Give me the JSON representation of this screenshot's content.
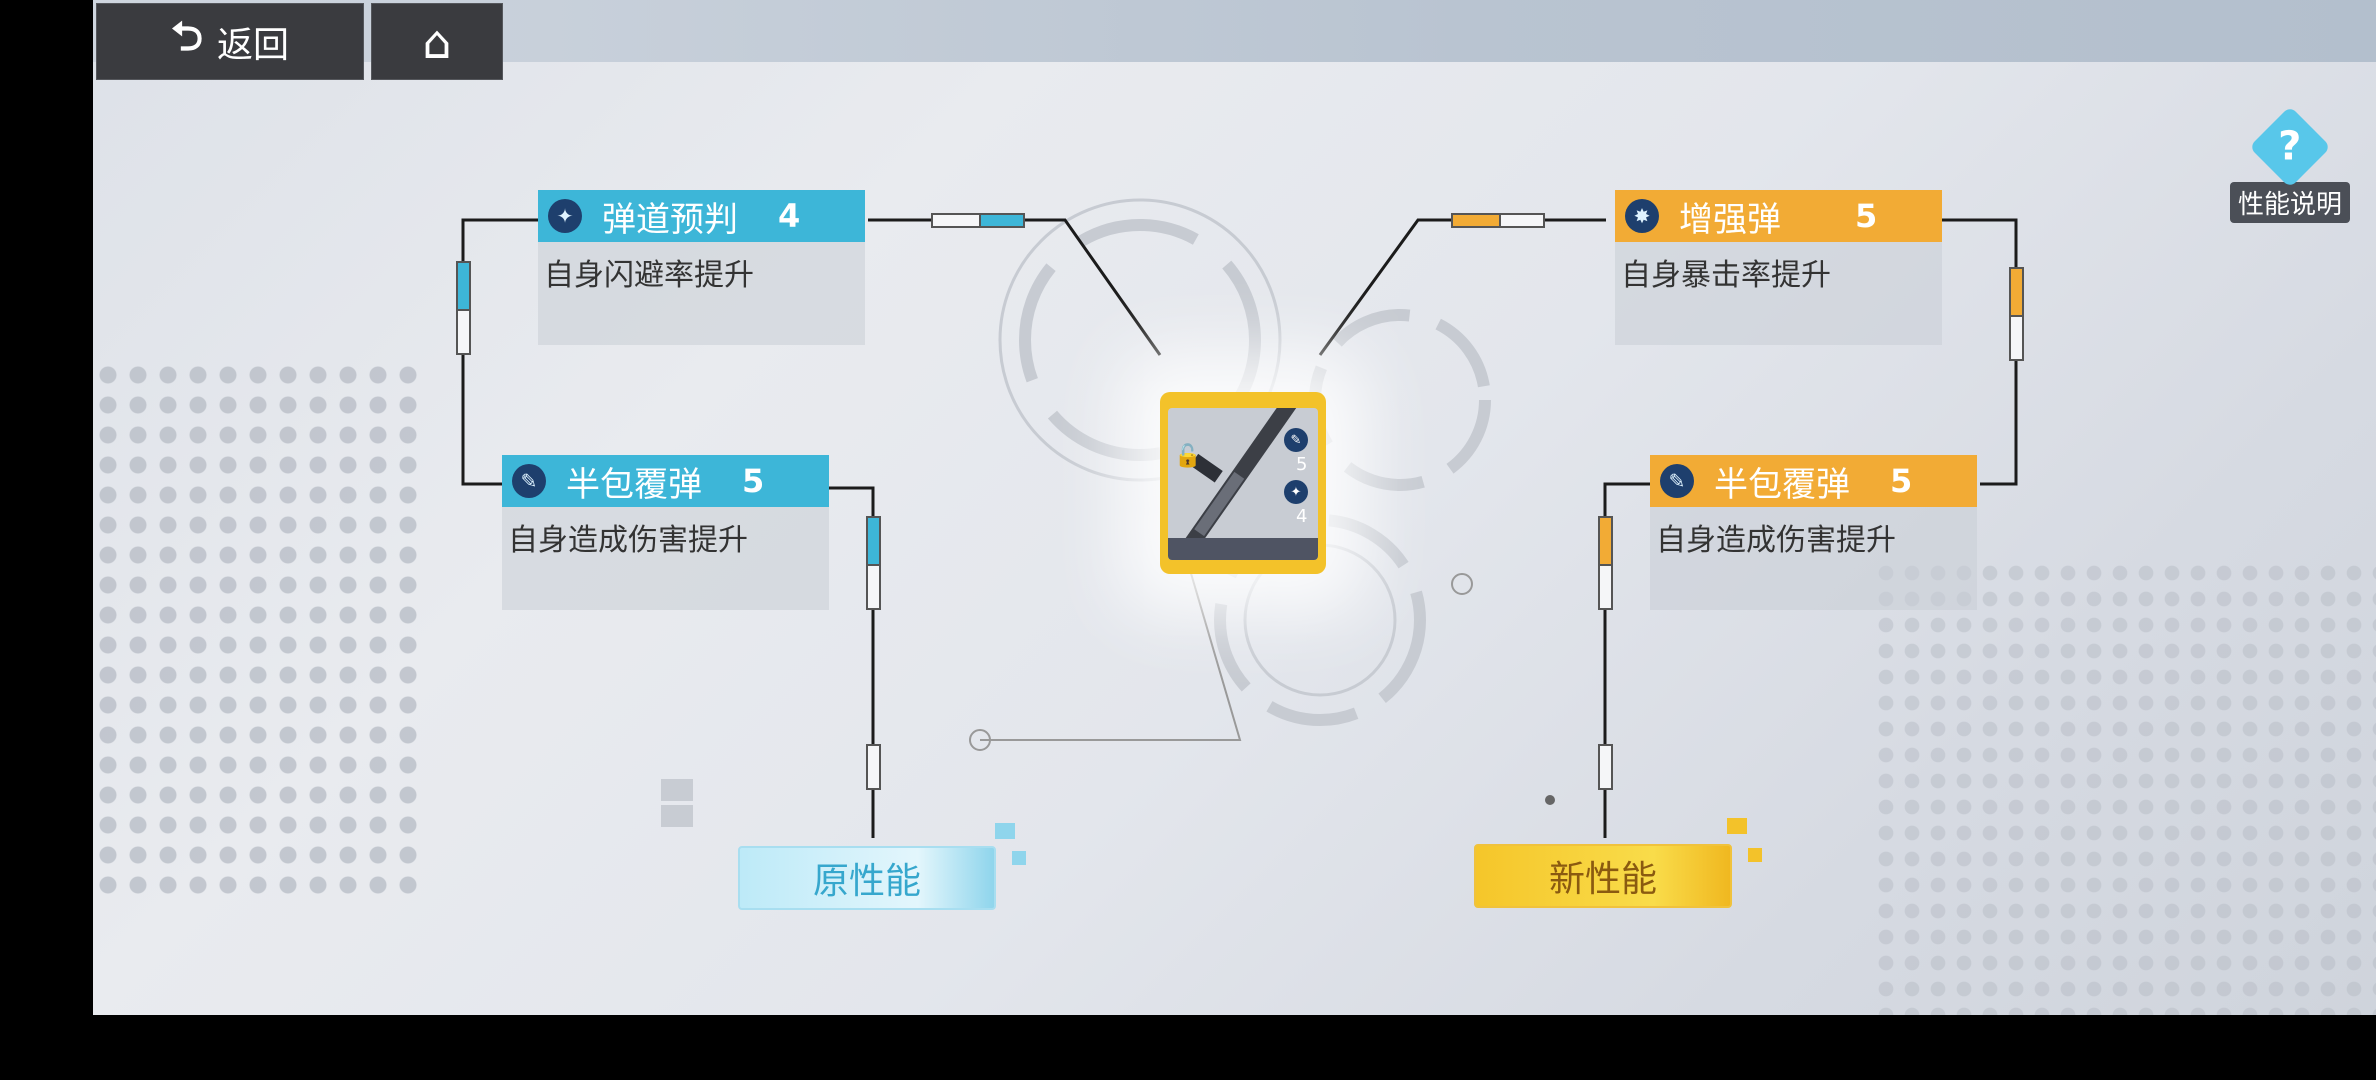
{
  "nav": {
    "back_label": "返回"
  },
  "help": {
    "icon": "?",
    "label": "性能说明"
  },
  "cards": {
    "left_top": {
      "name": "弹道预判",
      "level": "4",
      "desc": "自身闪避率提升",
      "color": "#3db6d8"
    },
    "left_bottom": {
      "name": "半包覆弹",
      "level": "5",
      "desc": "自身造成伤害提升",
      "color": "#3db6d8"
    },
    "right_top": {
      "name": "增强弹",
      "level": "5",
      "desc": "自身暴击率提升",
      "color": "#f2ab35"
    },
    "right_bottom": {
      "name": "半包覆弹",
      "level": "5",
      "desc": "自身造成伤害提升",
      "color": "#f2ab35"
    }
  },
  "item": {
    "slot_top_level": "5",
    "slot_bottom_level": "4",
    "frame_color": "#f3c22a"
  },
  "buttons": {
    "original_label": "原性能",
    "new_label": "新性能"
  },
  "colors": {
    "blue_accent": "#3db6d8",
    "orange_accent": "#f2ab35"
  }
}
